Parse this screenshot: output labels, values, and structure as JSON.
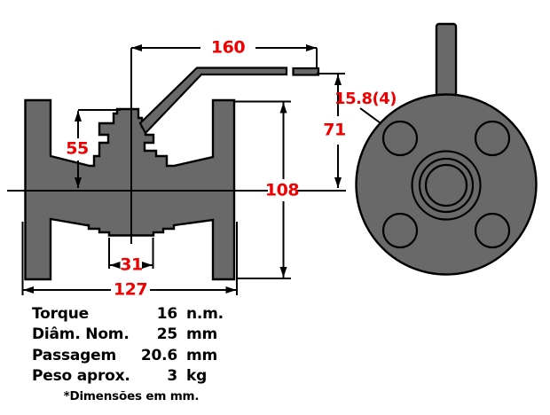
{
  "side_view": {
    "dims": {
      "handle_reach": "160",
      "handle_height": "71",
      "stem_height": "55",
      "flange_od": "108",
      "bottom_boss_width": "31",
      "face_to_face": "127"
    }
  },
  "front_view": {
    "bolt_hole_diameter": "15.8(4)"
  },
  "spec_table": {
    "rows": [
      {
        "label": "Torque",
        "value": "16",
        "unit": "n.m."
      },
      {
        "label": "Diâm. Nom.",
        "value": "25",
        "unit": "mm"
      },
      {
        "label": "Passagem",
        "value": "20.6",
        "unit": "mm"
      },
      {
        "label": "Peso aprox.",
        "value": "3",
        "unit": "kg"
      }
    ],
    "footnote": "*Dimensões em mm."
  },
  "colors": {
    "body_gray": "#696969",
    "dimension_red": "#ee0000",
    "line_black": "#000000",
    "background": "#ffffff"
  }
}
